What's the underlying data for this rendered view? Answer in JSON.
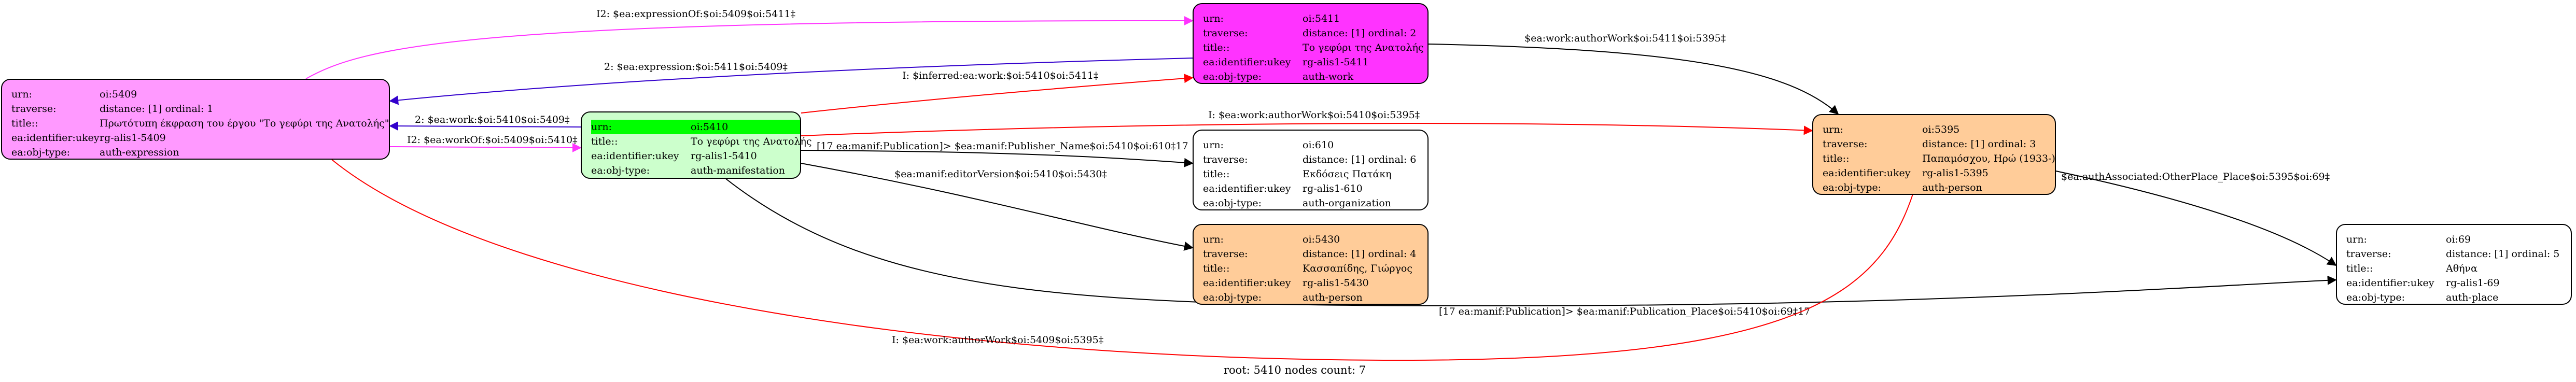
{
  "nodes": {
    "n5409": {
      "rows": [
        {
          "k": "urn:",
          "v": "oi:5409"
        },
        {
          "k": "traverse:",
          "v": "distance: [1]     ordinal: 1"
        },
        {
          "k": "title::",
          "v": "Πρωτότυπη έκφραση του έργου \"Το γεφύρι της Ανατολής\""
        },
        {
          "k": "ea:identifier:ukey",
          "v": "rg-alis1-5409"
        },
        {
          "k": "ea:obj-type:",
          "v": "auth-expression"
        }
      ],
      "color": "#ff99ff"
    },
    "n5410": {
      "rows": [
        {
          "k": "urn:",
          "v": "oi:5410"
        },
        {
          "k": "title::",
          "v": "Το γεφύρι της Ανατολής"
        },
        {
          "k": "ea:identifier:ukey",
          "v": "rg-alis1-5410"
        },
        {
          "k": "ea:obj-type:",
          "v": "auth-manifestation"
        }
      ],
      "color": "#ccffcc",
      "highlight": "#00ff00"
    },
    "n5411": {
      "rows": [
        {
          "k": "urn:",
          "v": "oi:5411"
        },
        {
          "k": "traverse:",
          "v": "distance: [1]     ordinal: 2"
        },
        {
          "k": "title::",
          "v": "Το γεφύρι της Ανατολής"
        },
        {
          "k": "ea:identifier:ukey",
          "v": "rg-alis1-5411"
        },
        {
          "k": "ea:obj-type:",
          "v": "auth-work"
        }
      ],
      "color": "#ff33ff"
    },
    "n610": {
      "rows": [
        {
          "k": "urn:",
          "v": "oi:610"
        },
        {
          "k": "traverse:",
          "v": "distance: [1]     ordinal: 6"
        },
        {
          "k": "title::",
          "v": "Εκδόσεις Πατάκη"
        },
        {
          "k": "ea:identifier:ukey",
          "v": "rg-alis1-610"
        },
        {
          "k": "ea:obj-type:",
          "v": "auth-organization"
        }
      ],
      "color": "#ffffff"
    },
    "n5430": {
      "rows": [
        {
          "k": "urn:",
          "v": "oi:5430"
        },
        {
          "k": "traverse:",
          "v": "distance: [1]     ordinal: 4"
        },
        {
          "k": "title::",
          "v": "Κασσαπίδης, Γιώργος"
        },
        {
          "k": "ea:identifier:ukey",
          "v": "rg-alis1-5430"
        },
        {
          "k": "ea:obj-type:",
          "v": "auth-person"
        }
      ],
      "color": "#ffcc99"
    },
    "n5395": {
      "rows": [
        {
          "k": "urn:",
          "v": "oi:5395"
        },
        {
          "k": "traverse:",
          "v": "distance: [1]     ordinal: 3"
        },
        {
          "k": "title::",
          "v": "Παπαμόσχου, Ηρώ (1933-)"
        },
        {
          "k": "ea:identifier:ukey",
          "v": "rg-alis1-5395"
        },
        {
          "k": "ea:obj-type:",
          "v": "auth-person"
        }
      ],
      "color": "#ffcc99"
    },
    "n69": {
      "rows": [
        {
          "k": "urn:",
          "v": "oi:69"
        },
        {
          "k": "traverse:",
          "v": "distance: [1]     ordinal: 5"
        },
        {
          "k": "title::",
          "v": "Αθήνα"
        },
        {
          "k": "ea:identifier:ukey",
          "v": "rg-alis1-69"
        },
        {
          "k": "ea:obj-type:",
          "v": "auth-place"
        }
      ],
      "color": "#ffffff"
    }
  },
  "edges": {
    "e1": "I2: $ea:expressionOf:$oi:5409$oi:5411‡",
    "e2": "2: $ea:expression:$oi:5411$oi:5409‡",
    "e3": "I: $inferred:ea:work:$oi:5410$oi:5411‡",
    "e4": "2: $ea:work:$oi:5410$oi:5409‡",
    "e5": "I2: $ea:workOf:$oi:5409$oi:5410‡",
    "e6": "$ea:work:authorWork$oi:5411$oi:5395‡",
    "e7": "I: $ea:work:authorWork$oi:5410$oi:5395‡",
    "e8": "[17 ea:manif:Publication]> $ea:manif:Publisher_Name$oi:5410$oi:610‡17",
    "e9": "$ea:manif:editorVersion$oi:5410$oi:5430‡",
    "e10": "$ea:authAssociated:OtherPlace_Place$oi:5395$oi:69‡",
    "e11": "[17 ea:manif:Publication]> $ea:manif:Publication_Place$oi:5410$oi:69‡17",
    "e12": "I: $ea:work:authorWork$oi:5409$oi:5395‡"
  },
  "caption": "root: 5410 nodes count: 7",
  "colors": {
    "red": "#ff0000",
    "magenta": "#ff33ff",
    "blue": "#3300cc",
    "black": "#000000"
  }
}
